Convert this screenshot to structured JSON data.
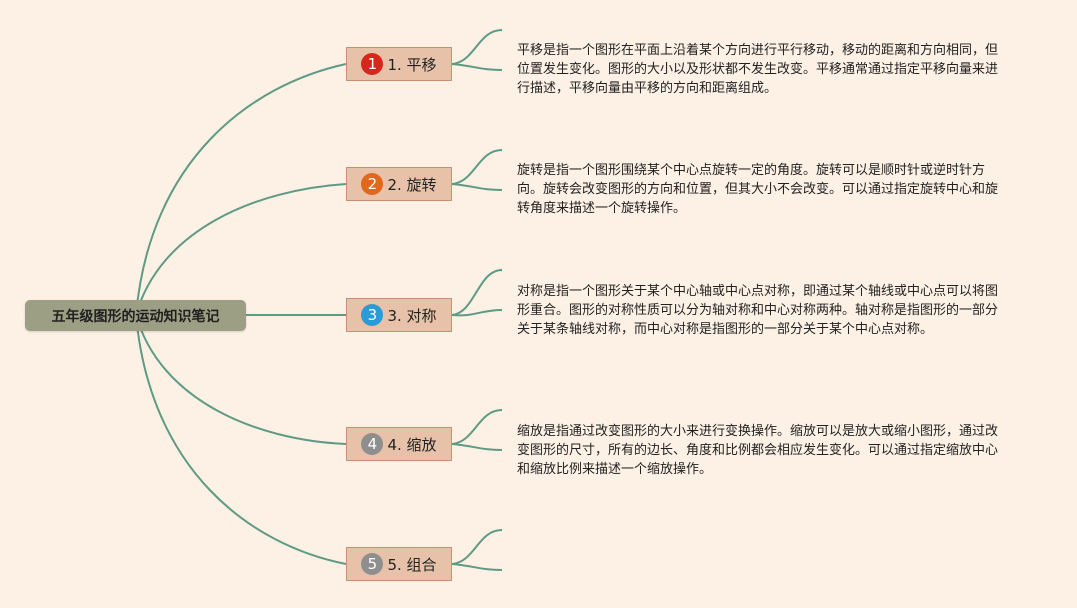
{
  "root": {
    "label": "五年级图形的运动知识笔记"
  },
  "topics": [
    {
      "number": "1",
      "title": "1. 平移",
      "badge_color": "#d7261b",
      "description": "平移是指一个图形在平面上沿着某个方向进行平行移动，移动的距离和方向相同，但位置发生变化。图形的大小以及形状都不发生改变。平移通常通过指定平移向量来进行描述，平移向量由平移的方向和距离组成。"
    },
    {
      "number": "2",
      "title": "2. 旋转",
      "badge_color": "#e0671c",
      "description": "旋转是指一个图形围绕某个中心点旋转一定的角度。旋转可以是顺时针或逆时针方向。旋转会改变图形的方向和位置，但其大小不会改变。可以通过指定旋转中心和旋转角度来描述一个旋转操作。"
    },
    {
      "number": "3",
      "title": "3. 对称",
      "badge_color": "#2a9ad8",
      "description": "对称是指一个图形关于某个中心轴或中心点对称，即通过某个轴线或中心点可以将图形重合。图形的对称性质可以分为轴对称和中心对称两种。轴对称是指图形的一部分关于某条轴线对称，而中心对称是指图形的一部分关于某个中心点对称。"
    },
    {
      "number": "4",
      "title": "4. 缩放",
      "badge_color": "#8e8e8e",
      "description": "缩放是指通过改变图形的大小来进行变换操作。缩放可以是放大或缩小图形，通过改变图形的尺寸，所有的边长、角度和比例都会相应发生变化。可以通过指定缩放中心和缩放比例来描述一个缩放操作。"
    },
    {
      "number": "5",
      "title": "5. 组合",
      "badge_color": "#8e8e8e",
      "description": ""
    }
  ],
  "colors": {
    "link": "#5f9a84",
    "background": "#fdf1e6"
  }
}
